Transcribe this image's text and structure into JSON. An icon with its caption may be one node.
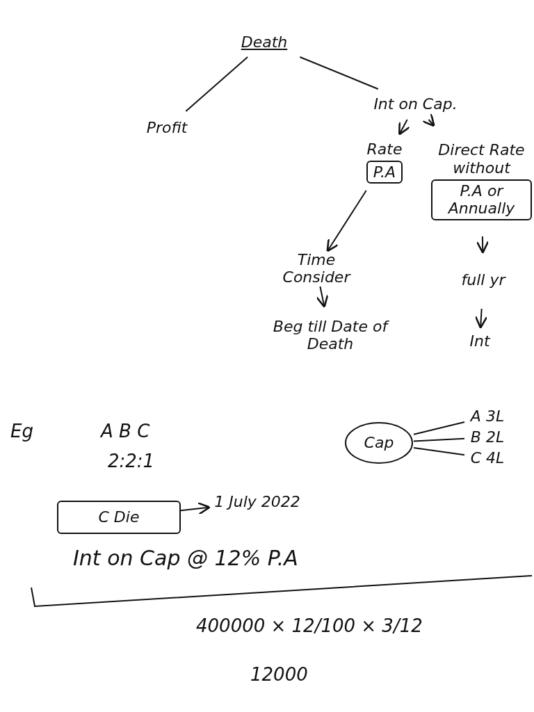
{
  "diagram": {
    "nodes": [
      {
        "text": [
          "Death"
        ]
      },
      {
        "text": [
          "Profit"
        ]
      },
      {
        "text": [
          "Int on Cap."
        ]
      },
      {
        "text": [
          "Rate",
          "P.A"
        ]
      },
      {
        "text": [
          "Direct Rate without",
          "P.A or Annually"
        ]
      },
      {
        "text": [
          "Time Consider"
        ]
      },
      {
        "text": [
          "Beg till Date of Death"
        ]
      },
      {
        "text": [
          "full yr"
        ]
      },
      {
        "text": [
          "Int"
        ]
      },
      {
        "text": [
          "Cap"
        ]
      },
      {
        "text": [
          "A 3L"
        ]
      },
      {
        "text": [
          "B 2L"
        ]
      },
      {
        "text": [
          "C 4L"
        ]
      },
      {
        "text": [
          "C Die"
        ]
      },
      {
        "text": [
          "1 July 2022"
        ]
      }
    ],
    "edges": [
      {
        "from": 0,
        "to": 1,
        "arrow": "none"
      },
      {
        "from": 0,
        "to": 2,
        "arrow": "none"
      },
      {
        "from": 2,
        "to": 3,
        "arrow": "to"
      },
      {
        "from": 2,
        "to": 4,
        "arrow": "to"
      },
      {
        "from": 3,
        "to": 5,
        "arrow": "to"
      },
      {
        "from": 5,
        "to": 6,
        "arrow": "to"
      },
      {
        "from": 4,
        "to": 7,
        "arrow": "to"
      },
      {
        "from": 7,
        "to": 8,
        "arrow": "to"
      },
      {
        "from": 9,
        "to": 10,
        "arrow": "none"
      },
      {
        "from": 9,
        "to": 11,
        "arrow": "none"
      },
      {
        "from": 9,
        "to": 12,
        "arrow": "none"
      },
      {
        "from": 13,
        "to": 14,
        "arrow": "to"
      }
    ],
    "labels": [
      "Eg",
      "A B C",
      "2:2:1",
      "Int on Cap @ 12% P.A",
      "400000 × 12/100 × 3/12",
      "12000"
    ]
  }
}
